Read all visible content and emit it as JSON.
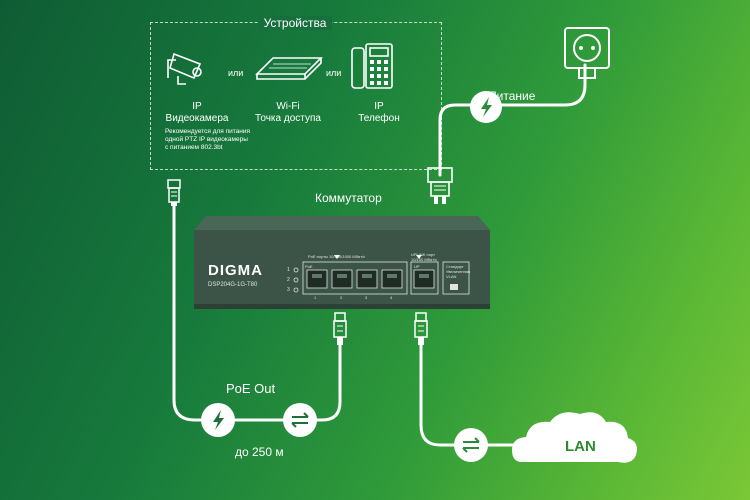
{
  "devices": {
    "title": "Устройства",
    "or_label": "или",
    "camera": {
      "line1": "IP",
      "line2": "Видеокамера",
      "icon": "ip-camera-icon"
    },
    "access_point": {
      "line1": "Wi-Fi",
      "line2": "Точка доступа",
      "icon": "wifi-access-point-icon"
    },
    "phone": {
      "line1": "IP",
      "line2": "Телефон",
      "icon": "ip-phone-icon"
    },
    "note": [
      "Рекомендуется для питания",
      "одной PTZ IP видеокамеры",
      "с питанием 802.3bt"
    ]
  },
  "switch": {
    "title": "Коммутатор",
    "brand": "DIGMA",
    "model": "DSP204G-1G-T80",
    "poe_ports_caption": "PoE порты 10/100/1000 Мбит/с",
    "uplink_caption": "UPLINK порт 10/100 Мбит/с",
    "poe_tag": "PoE",
    "uplink_tag": "UP",
    "port_numbers": [
      "1",
      "2",
      "3",
      "4"
    ],
    "led_numbers": [
      "1",
      "2",
      "3"
    ],
    "extend_caption": [
      "Стандарт",
      "Увеличенная",
      "VLAN"
    ]
  },
  "power": {
    "label": "Питание",
    "icon": "power-outlet-icon"
  },
  "poe_out": {
    "label": "PoE Out",
    "distance": "до 250 м"
  },
  "lan": {
    "label": "LAN"
  },
  "colors": {
    "background_start": "#0f5c34",
    "background_end": "#7bc737",
    "line": "#ffffff",
    "switch_body": "#3b5447",
    "lan_text": "#2d8a2f"
  }
}
